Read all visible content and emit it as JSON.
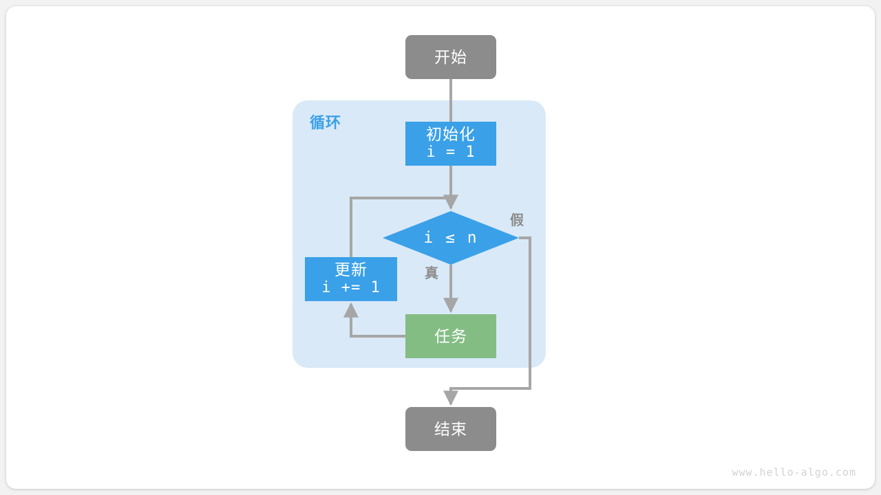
{
  "diagram": {
    "title": "for-loop-flowchart",
    "watermark": "www.hello-algo.com",
    "colors": {
      "terminal": "#8c8c8c",
      "process": "#3aa0e8",
      "task": "#83bd84",
      "loop_container": "#d9e9f7",
      "edge": "#a6a6a6",
      "label": "#8c8c8c",
      "card": "#ffffff",
      "background": "#f2f2f2"
    },
    "loop_container": {
      "label": "循环"
    },
    "nodes": {
      "start": {
        "label": "开始",
        "shape": "terminal"
      },
      "init": {
        "label": "初始化",
        "expr": "i = 1",
        "shape": "process"
      },
      "condition": {
        "label": "i ≤ n",
        "shape": "decision"
      },
      "update": {
        "label": "更新",
        "expr": "i += 1",
        "shape": "process"
      },
      "task": {
        "label": "任务",
        "shape": "process"
      },
      "end": {
        "label": "结束",
        "shape": "terminal"
      }
    },
    "edge_labels": {
      "true": "真",
      "false": "假"
    }
  }
}
